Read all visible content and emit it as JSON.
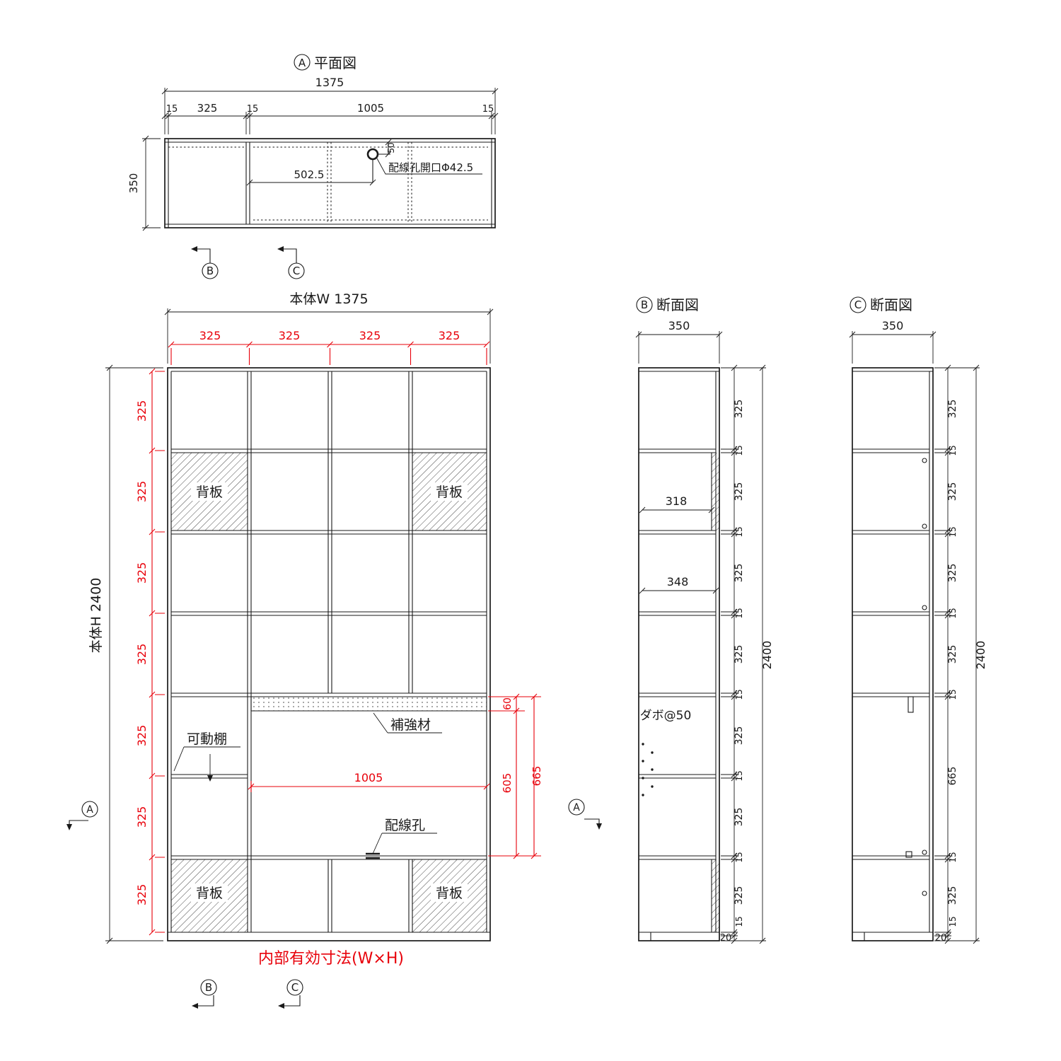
{
  "palette": {
    "ink": "#1a1a1a",
    "red": "#e8000a",
    "paper": "#ffffff"
  },
  "plan": {
    "marker": "A",
    "title": "平面図",
    "total_width": "1375",
    "top_dims": [
      "15",
      "325",
      "15",
      "1005",
      "15"
    ],
    "depth": "350",
    "hole_offset_x": "502.5",
    "hole_offset_y": "50",
    "hole_note": "配線孔開口Φ42.5",
    "cut_b": "B",
    "cut_c": "C"
  },
  "front": {
    "width_label": "本体W 1375",
    "height_label": "本体H 2400",
    "bay_dims": [
      "325",
      "325",
      "325",
      "325"
    ],
    "row_dims": [
      "325",
      "325",
      "325",
      "325",
      "325",
      "325",
      "325"
    ],
    "back_panel": "背板",
    "movable_shelf": "可動棚",
    "reinforcement": "補強材",
    "wiring_hole": "配線孔",
    "open_width": "1005",
    "strip_height": "60",
    "open_lower": "605",
    "open_total": "665",
    "note": "内部有効寸法(W×H)",
    "cut_a": "A",
    "cut_b": "B",
    "cut_c": "C"
  },
  "section_b": {
    "marker": "B",
    "title": "断面図",
    "depth": "350",
    "shelf_depth_1": "318",
    "shelf_depth_2": "348",
    "dowel_note": "ダボ@50",
    "chain": [
      "325",
      "15",
      "325",
      "15",
      "325",
      "15",
      "325",
      "15",
      "325",
      "15",
      "325",
      "15",
      "325",
      "15"
    ],
    "base": "20",
    "overall": "2400"
  },
  "section_c": {
    "marker": "C",
    "title": "断面図",
    "depth": "350",
    "chain": [
      "325",
      "15",
      "325",
      "15",
      "325",
      "15",
      "325",
      "15",
      "665",
      "15",
      "325",
      "15"
    ],
    "base": "20",
    "overall": "2400"
  }
}
